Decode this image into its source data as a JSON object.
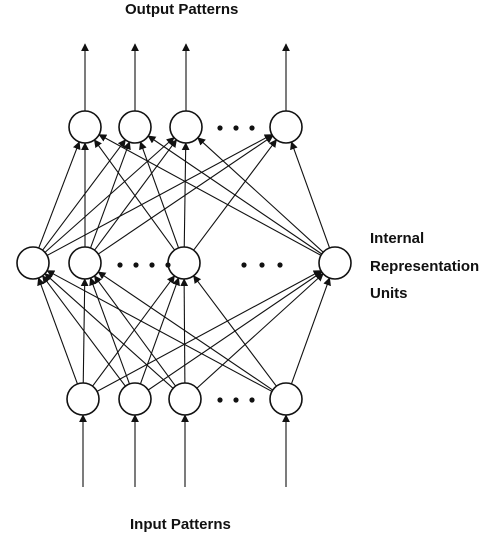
{
  "labels": {
    "output": "Output Patterns",
    "input": "Input Patterns",
    "internal": [
      "Internal",
      "Representation",
      "Units"
    ]
  },
  "network": {
    "layers": [
      {
        "name": "output",
        "units_drawn": 4,
        "ellipsis_after_unit": 3
      },
      {
        "name": "hidden",
        "units_drawn": 4,
        "ellipsis_after_units": [
          2,
          3
        ]
      },
      {
        "name": "input",
        "units_drawn": 4,
        "ellipsis_after_unit": 3
      }
    ],
    "connections": "full",
    "ink_color": "#111111",
    "background": "#ffffff"
  }
}
